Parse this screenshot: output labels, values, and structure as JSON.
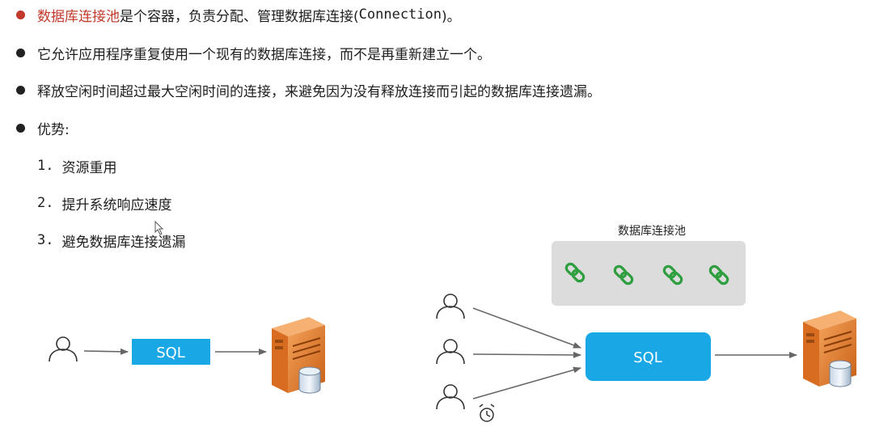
{
  "bullets": [
    {
      "highlight": "数据库连接池",
      "rest": "是个容器，负责分配、管理数据库连接(",
      "mono": "Connection",
      "tail": ")。",
      "dot_color": "#c0392b"
    },
    {
      "text": "它允许应用程序重复使用一个现有的数据库连接，而不是再重新建立一个。"
    },
    {
      "text": "释放空闲时间超过最大空闲时间的连接，来避免因为没有释放连接而引起的数据库连接遗漏。"
    },
    {
      "text": "优势:"
    }
  ],
  "advantages": [
    {
      "num": "1.",
      "text": "资源重用"
    },
    {
      "num": "2.",
      "text": "提升系统响应速度"
    },
    {
      "num": "3.",
      "text": "避免数据库连接遗漏"
    }
  ],
  "diagram": {
    "left_sql_label": "SQL",
    "right_sql_label": "SQL",
    "pool_title": "数据库连接池",
    "colors": {
      "sql_box": "#1aa7e6",
      "pool_bg": "#dcdcdc",
      "link_icon": "#2e9e3e",
      "server": "#e07b2a",
      "arrow": "#666666"
    },
    "icons": [
      "user-icon",
      "server-icon",
      "link-icon",
      "alarm-clock-icon",
      "database-icon"
    ]
  }
}
